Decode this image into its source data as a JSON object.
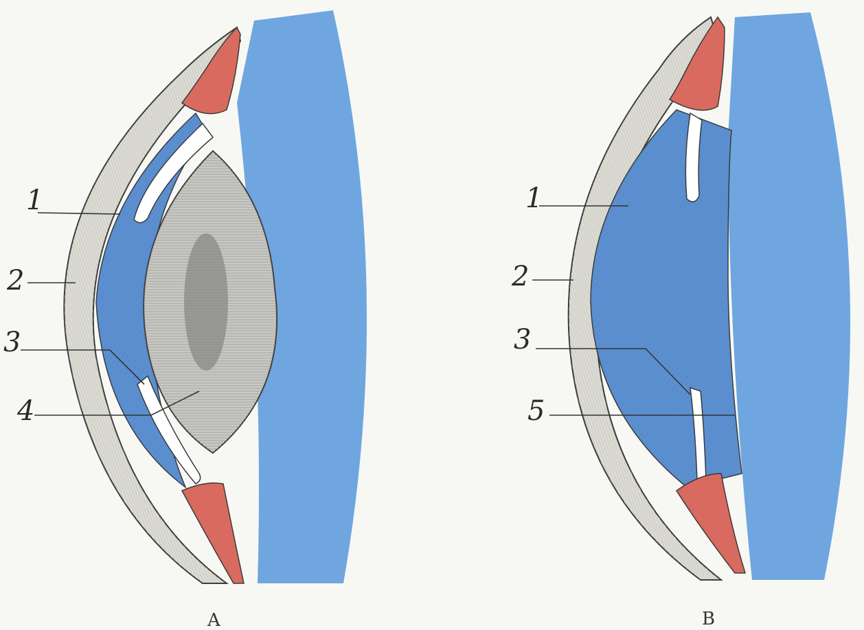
{
  "panels": [
    {
      "id": "A",
      "caption": "A",
      "labels": [
        "1",
        "2",
        "3",
        "4"
      ]
    },
    {
      "id": "B",
      "caption": "B",
      "labels": [
        "1",
        "2",
        "3",
        "5"
      ]
    }
  ],
  "colors": {
    "background": "#f7f8f4",
    "vitreous_body": "#6fa6e0",
    "aqueous_chamber": "#5b8fd0",
    "cornea": "#dcdcd4",
    "lens": "#c8c8c4",
    "lens_nucleus": "#8a8a88",
    "ciliary_muscle": "#d96a5f",
    "outline": "#3a3a3a"
  }
}
